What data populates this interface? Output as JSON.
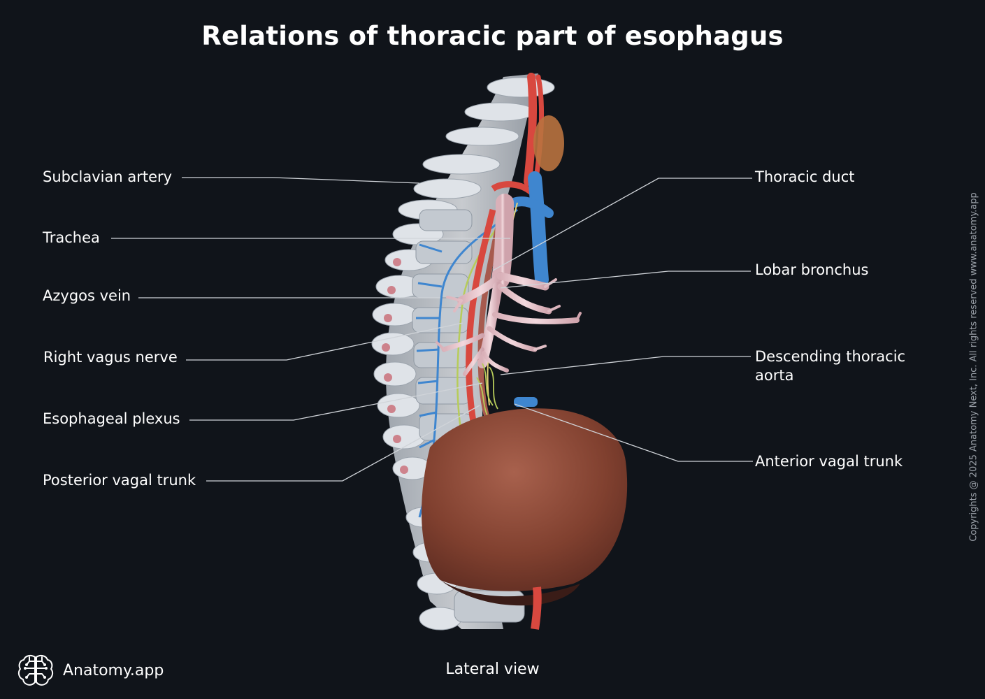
{
  "title": "Relations of thoracic part of esophagus",
  "view_caption": "Lateral view",
  "brand": {
    "name": "Anatomy.app",
    "logo_icon": "brain-circuit-icon"
  },
  "copyright": "Copyrights @ 2025 Anatomy Next, Inc. All rights reserved www.anatomy.app",
  "labels_left": [
    "Subclavian artery",
    "Trachea",
    "Azygos vein",
    "Right vagus nerve",
    "Esophageal plexus",
    "Posterior vagal trunk"
  ],
  "labels_right": [
    "Thoracic duct",
    "Lobar bronchus",
    "Descending thoracic aorta",
    "Anterior vagal trunk"
  ],
  "colors": {
    "background": "#10141a",
    "bone": "#dfe3e8",
    "artery": "#d8483f",
    "vein": "#3f86cf",
    "nerve": "#b7cc5a",
    "diaphragm": "#8a4634",
    "trachea": "#e9c9cf",
    "leader_line": "#d0d4d9"
  }
}
